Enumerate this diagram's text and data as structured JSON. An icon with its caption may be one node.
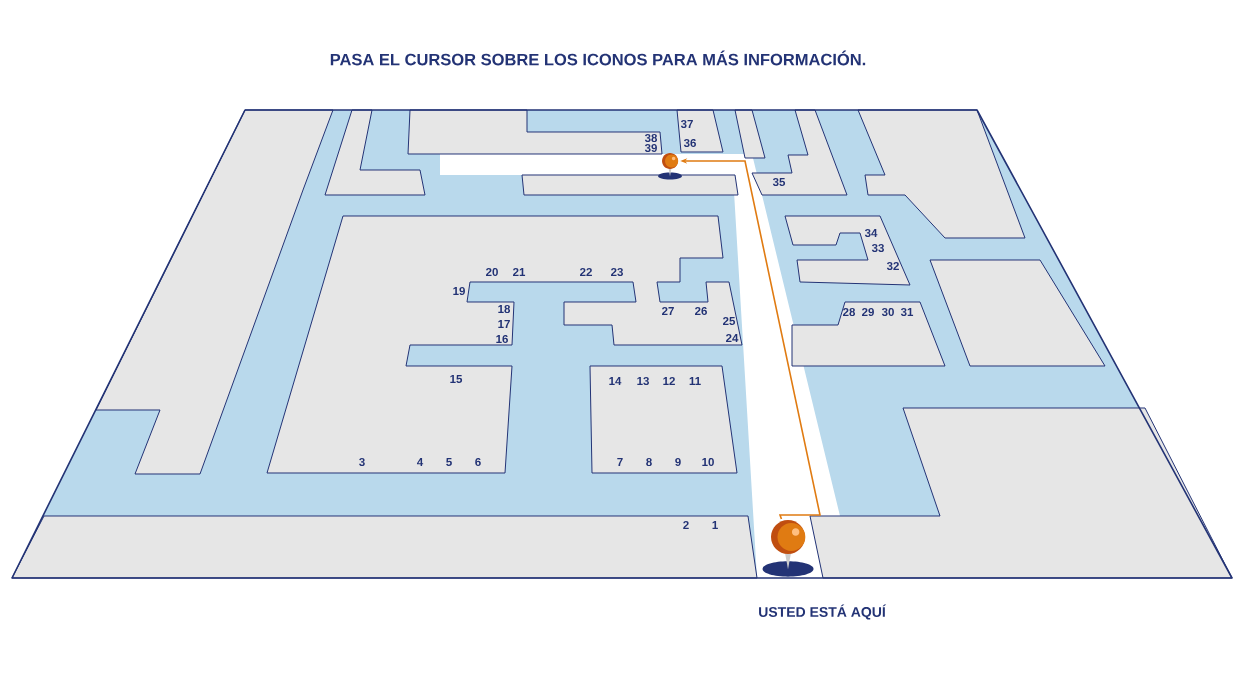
{
  "diagram": {
    "title": "PASA EL CURSOR SOBRE LOS ICONOS PARA MÁS INFORMACIÓN.",
    "nodes": [
      {
        "text": [],
        "shape": "picture"
      },
      {
        "text": [],
        "shape": "picture",
        "beside": [
          "USTED ESTÁ AQUÍ"
        ]
      }
    ],
    "edges": [
      {
        "from": 1,
        "to": 0,
        "arrow": "to"
      }
    ],
    "labels": [
      "37",
      "38",
      "36",
      "39",
      "35",
      "34",
      "33",
      "20",
      "21",
      "22",
      "23",
      "32",
      "19",
      "18",
      "27",
      "26",
      "28",
      "29",
      "30",
      "31",
      "17",
      "25",
      "16",
      "24",
      "15",
      "14",
      "13",
      "12",
      "11",
      "3",
      "4",
      "5",
      "6",
      "7",
      "8",
      "9",
      "10",
      "2",
      "1"
    ]
  }
}
